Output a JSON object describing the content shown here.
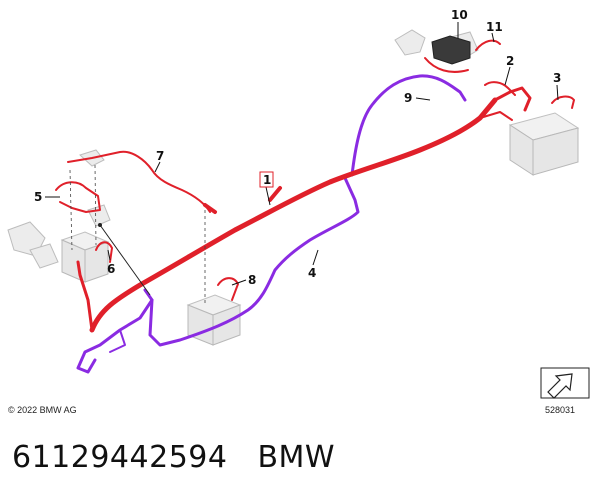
{
  "diagram": {
    "callouts": [
      "1",
      "2",
      "3",
      "4",
      "5",
      "6",
      "7",
      "8",
      "9",
      "10",
      "11"
    ],
    "wire_colors": {
      "primary": "#e0202a",
      "secondary": "#8a2be2"
    },
    "direction_icon": "arrow-direction-icon"
  },
  "footer": {
    "copyright": "© 2022 BMW AG",
    "diagram_number": "528031"
  },
  "caption": {
    "part_number": "61129442594",
    "brand": "BMW"
  }
}
